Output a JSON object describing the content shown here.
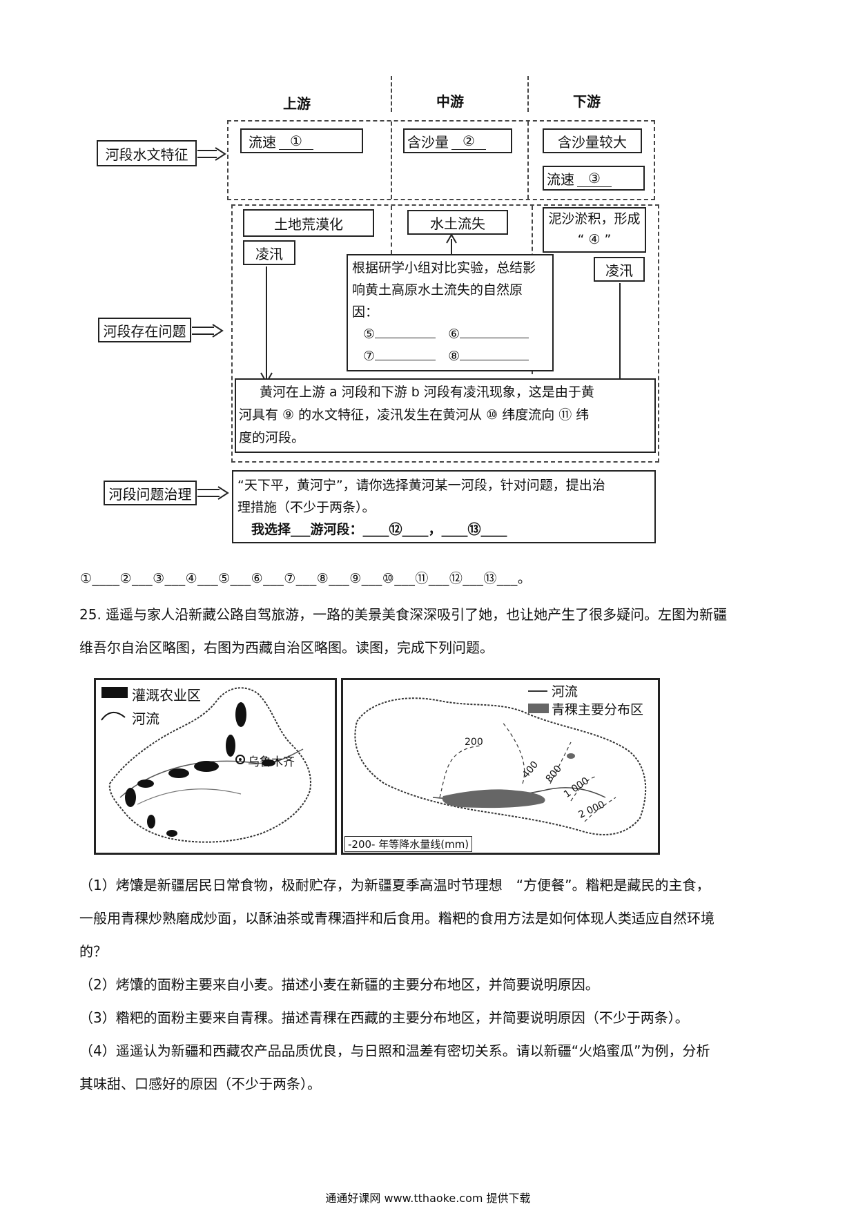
{
  "flowchart": {
    "columns": [
      "上游",
      "中游",
      "下游"
    ],
    "rows": {
      "hydro": "河段水文特征",
      "problems": "河段存在问题",
      "governance": "河段问题治理"
    },
    "hydro_boxes": {
      "upstream": "流速",
      "upstream_blank": "①",
      "midstream": "含沙量",
      "midstream_blank": "②",
      "downstream_1": "含沙量较大",
      "downstream_2": "流速",
      "downstream_2_blank": "③"
    },
    "problem_boxes": {
      "up_1": "土地荒漠化",
      "up_2": "凌汛",
      "mid_1": "水土流失",
      "down_1_line1": "泥沙淤积，形成",
      "down_1_line2": "“ ④ ”",
      "down_2": "凌汛"
    },
    "research_box": {
      "line1": "根据研学小组对比实验，总结影",
      "line2": "响黄土高原水土流失的自然原",
      "line3": "因：",
      "b5": "⑤",
      "b6": "⑥",
      "b7": "⑦",
      "b8": "⑧"
    },
    "ice_flood_box": {
      "line1": "黄河在上游 a 河段和下游 b 河段有凌汛现象，这是由于黄",
      "line2": "河具有 ⑨ 的水文特征，凌汛发生在黄河从 ⑩ 纬度流向 ⑪ 纬",
      "line3": "度的河段。"
    },
    "governance_box": {
      "line1": "“天下平，黄河宁”，请你选择黄河某一河段，针对问题，提出治",
      "line2": "理措施（不少于两条）。",
      "line3": "我选择___游河段：____⑫____，____⑬____"
    }
  },
  "answer_blanks": "①____②___③___④___⑤___⑥___⑦___⑧___⑨___⑩___⑪___⑫___⑬___。",
  "question25": {
    "line1": "25. 遥遥与家人沿新藏公路自驾旅游，一路的美景美食深深吸引了她，也让她产生了很多疑问。左图为新疆",
    "line2": "维吾尔自治区略图，右图为西藏自治区略图。读图，完成下列问题。",
    "q1_line1": "（1）烤馕是新疆居民日常食物，极耐贮存，为新疆夏季高温时节理想　“方便餐”。糌粑是藏民的主食，",
    "q1_line2": "一般用青稞炒熟磨成炒面，以酥油茶或青稞酒拌和后食用。糌粑的食用方法是如何体现人类适应自然环境",
    "q1_line3": "的？",
    "q2": "（2）烤馕的面粉主要来自小麦。描述小麦在新疆的主要分布地区，并简要说明原因。",
    "q3": "（3）糌粑的面粉主要来自青稞。描述青稞在西藏的主要分布地区，并简要说明原因（不少于两条）。",
    "q4_line1": "（4）遥遥认为新疆和西藏农产品品质优良，与日照和温差有密切关系。请以新疆“火焰蜜瓜”为例，分析",
    "q4_line2": "其味甜、口感好的原因（不少于两条）。"
  },
  "map_left": {
    "legend_1": "灌溉农业区",
    "legend_2": "河流",
    "city": "乌鲁木齐"
  },
  "map_right": {
    "legend_1": "河流",
    "legend_2": "青稞主要分布区",
    "isohyets": [
      "200",
      "400",
      "800",
      "1 000",
      "2 000"
    ],
    "bottom_legend": "-200- 年等降水量线(mm)"
  },
  "footer": "通通好课网  www.tthaoke.com  提供下载"
}
